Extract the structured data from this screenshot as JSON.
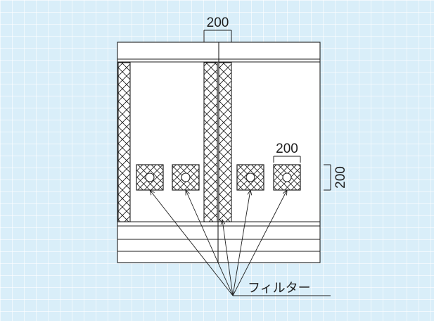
{
  "colors": {
    "background": "#d9eef9",
    "grid": "#ffffff",
    "line": "#1e1e1e",
    "panel": "#ffffff"
  },
  "dimensions": {
    "top_width": "200",
    "filter_width": "200",
    "filter_height": "200"
  },
  "labels": {
    "filter": "フィルター"
  },
  "filters": [
    {
      "id": "filter-1"
    },
    {
      "id": "filter-2"
    },
    {
      "id": "filter-3"
    },
    {
      "id": "filter-4"
    }
  ]
}
